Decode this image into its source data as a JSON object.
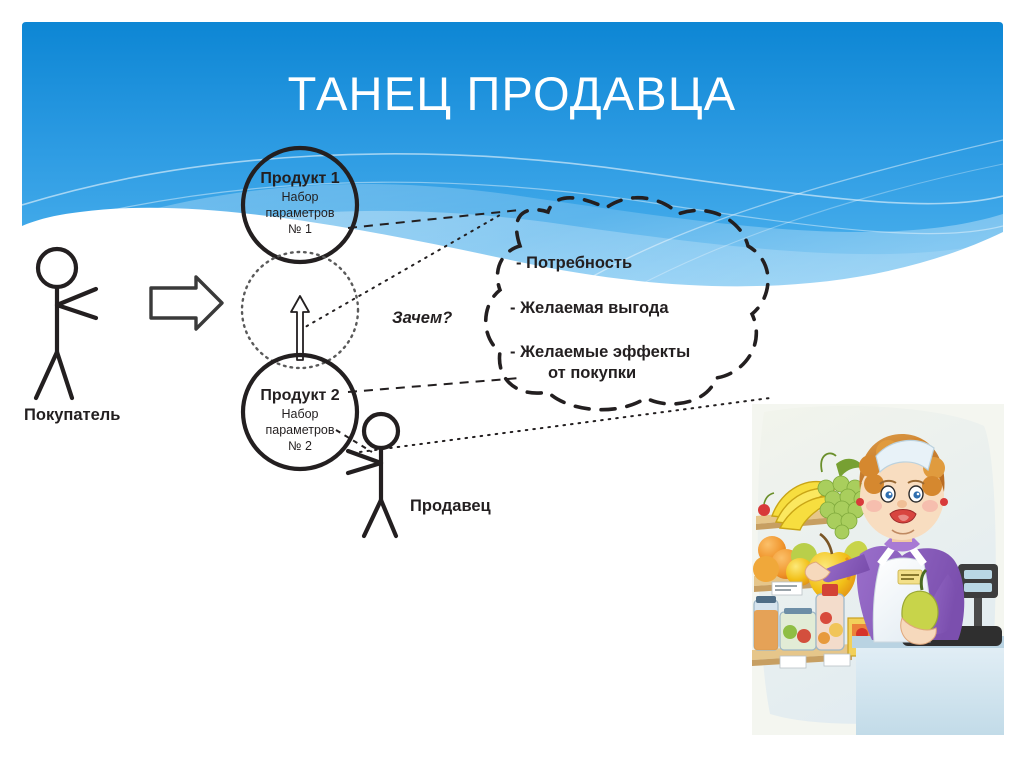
{
  "slide": {
    "title": "ТАНЕЦ ПРОДАВЦА",
    "background": {
      "blue_top": "#1389d6",
      "blue_bottom": "#46aeec",
      "wave_light": "#8ed1f4",
      "white": "#ffffff"
    }
  },
  "diagram": {
    "buyer": {
      "label": "Покупатель"
    },
    "seller": {
      "label": "Продавец"
    },
    "arrow": {
      "name": "right-arrow"
    },
    "why": {
      "label": "Зачем?"
    },
    "products": [
      {
        "title": "Продукт 1",
        "line1": "Набор",
        "line2": "параметров",
        "line3": "№ 1"
      },
      {
        "title": "Продукт 2",
        "line1": "Набор",
        "line2": "параметров",
        "line3": "№ 2"
      }
    ],
    "needs_blob": {
      "items": [
        "- Потребность",
        "- Желаемая выгода",
        "- Желаемые  эффекты",
        "от покупки"
      ]
    }
  },
  "photo": {
    "alt": "Мультипликационная продавщица за прилавком с фруктами и весами",
    "colors": {
      "wall": "#eaf0e2",
      "apron": "#ffffff",
      "blouse": "#8e64c0",
      "skin": "#f6d9bc",
      "hair": "#c97a2e",
      "counter": "#cfe2ee",
      "banana": "#f5d93c",
      "grape": "#a8cf5a",
      "orange": "#f29a2e",
      "apple": "#f0c01e",
      "pear": "#c8d44a",
      "scale": "#3d3d3d"
    }
  }
}
